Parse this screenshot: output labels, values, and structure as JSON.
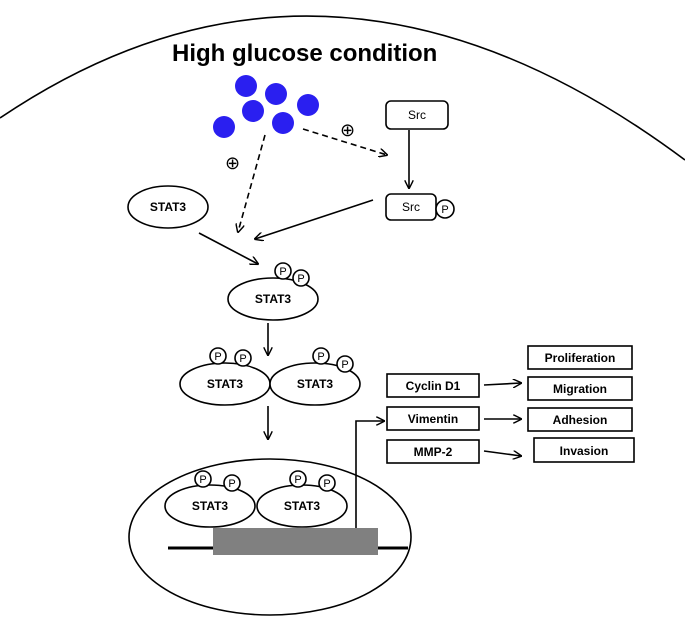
{
  "title": "High glucose condition",
  "phospho_label": "P",
  "plus_symbol": "⊕",
  "stat3_label": "STAT3",
  "src_label": "Src",
  "targets": [
    "Cyclin D1",
    "Vimentin",
    "MMP-2"
  ],
  "outcomes": [
    "Proliferation",
    "Migration",
    "Adhesion",
    "Invasion"
  ],
  "colors": {
    "glucose": "#2a1ff0",
    "promoter": "#808080",
    "line": "#000000",
    "background": "#ffffff"
  }
}
